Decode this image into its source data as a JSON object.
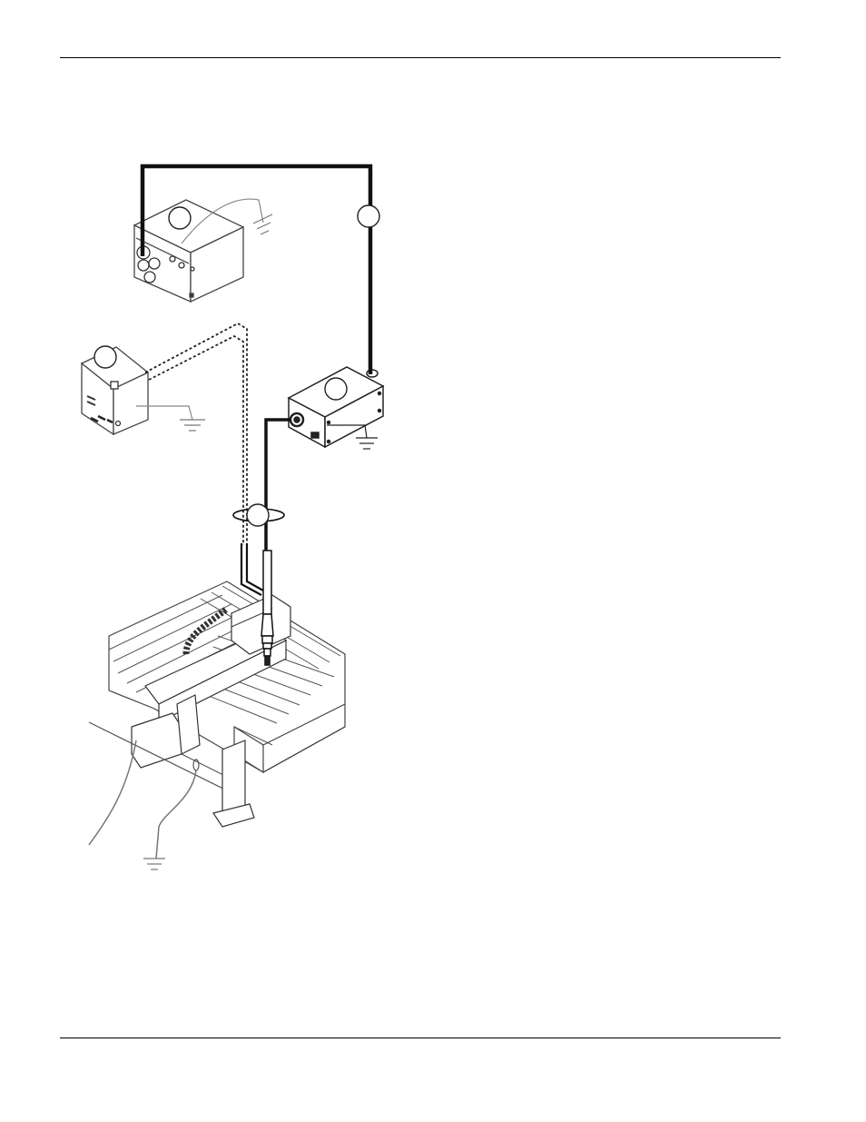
{
  "page": {
    "background": "#ffffff",
    "line_color": "#000000",
    "header_text": "",
    "footer_text": ""
  },
  "diagram": {
    "components": [
      {
        "id": "power-supply",
        "icon": "power-supply-cabinet-icon",
        "callout": ""
      },
      {
        "id": "gas-console",
        "icon": "gas-console-box-icon",
        "callout": ""
      },
      {
        "id": "ignition-console",
        "icon": "ignition-console-icon",
        "callout": ""
      },
      {
        "id": "torch-leads",
        "icon": "torch-lead-bundle-icon",
        "callout": ""
      },
      {
        "id": "cutting-table",
        "icon": "cutting-table-icon",
        "callout": ""
      }
    ],
    "grounds": [
      "ground-symbol-icon",
      "ground-symbol-icon",
      "ground-symbol-icon",
      "ground-symbol-icon"
    ]
  }
}
